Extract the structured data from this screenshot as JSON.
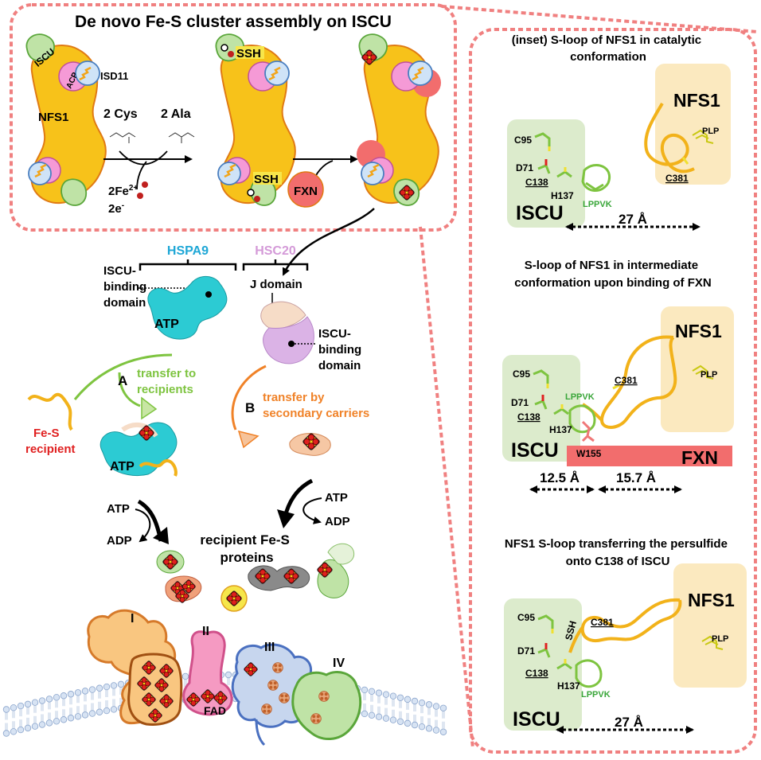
{
  "top_panel": {
    "title": "De novo Fe-S cluster assembly on ISCU",
    "iscu": "ISCU",
    "acp": "ACP",
    "isd11": "ISD11",
    "nfs1": "NFS1",
    "substrate": "2 Cys",
    "product": "2 Ala",
    "iron_base": "2Fe",
    "iron_sup": "2+",
    "electron_base": "2e",
    "electron_sup": "-",
    "ssh_top": "SSH",
    "ssh_bottom": "SSH",
    "fxn": "FXN"
  },
  "middle_panel": {
    "hspa9": "HSPA9",
    "hsc20": "HSC20",
    "iscu_binding_left": [
      "ISCU-",
      "binding",
      "domain"
    ],
    "j_domain": "J domain",
    "iscu_binding_right": [
      "ISCU-",
      "binding",
      "domain"
    ],
    "atp_top": "ATP",
    "label_a": "A",
    "transfer_a": [
      "transfer to",
      "recipients"
    ],
    "label_b": "B",
    "transfer_b": [
      "transfer by",
      "secondary carriers"
    ],
    "fes_recipient": [
      "Fe-S",
      "recipient"
    ],
    "atp_bottom": "ATP",
    "atp_left": "ATP",
    "adp_left": "ADP",
    "atp_right": "ATP",
    "adp_right": "ADP",
    "recipients_title": [
      "recipient Fe-S",
      "proteins"
    ]
  },
  "complexes": {
    "c1": "I",
    "c2": "II",
    "c3": "III",
    "c4": "IV",
    "fad": "FAD"
  },
  "inset": {
    "panel1": {
      "title": [
        "(inset) S-loop of NFS1 in catalytic",
        "conformation"
      ],
      "nfs1": "NFS1",
      "plp": "PLP",
      "c95": "C95",
      "d71": "D71",
      "c138": "C138",
      "h137": "H137",
      "lppvk": "LPPVK",
      "iscu": "ISCU",
      "c381": "C381",
      "distance": "27 Å"
    },
    "panel2": {
      "title": [
        "S-loop of NFS1 in intermediate",
        "conformation upon binding of FXN"
      ],
      "nfs1": "NFS1",
      "plp": "PLP",
      "c381": "C381",
      "c95": "C95",
      "lppvk": "LPPVK",
      "d71": "D71",
      "c138": "C138",
      "h137": "H137",
      "iscu": "ISCU",
      "w155": "W155",
      "fxn": "FXN",
      "dist1": "12.5 Å",
      "dist2": "15.7 Å"
    },
    "panel3": {
      "title": [
        "NFS1 S-loop transferring the persulfide",
        "onto C138 of ISCU"
      ],
      "nfs1": "NFS1",
      "plp": "PLP",
      "c95": "C95",
      "ssh": "SSH",
      "c381": "C381",
      "d71": "D71",
      "c138": "C138",
      "h137": "H137",
      "lppvk": "LPPVK",
      "iscu": "ISCU",
      "distance": "27 Å"
    }
  },
  "colors": {
    "frame_dash": "#f08080",
    "nfs1_yellow": "#f7c21a",
    "nfs1_stroke": "#e07a14",
    "iscu_green": "#bfe3a6",
    "iscu_stroke": "#5aa63a",
    "acp_pink": "#f59ad6",
    "isd11_blue": "#cfe3f7",
    "fxn_red": "#f26d6d",
    "hspa9_cyan": "#2ccbd3",
    "hsc20_violet": "#c99ad6",
    "hspa9_text": "#1fa7d6",
    "hsc20_text": "#d49ad8",
    "transfer_a_green": "#7ec440",
    "transfer_b_orange": "#f08228",
    "recipient_red": "#e02020",
    "inset_green_bg": "#dcebcc",
    "inset_yellow_bg": "#fbe9bf"
  },
  "icons": [
    "fe-s-cluster-icon",
    "membrane-icon",
    "arrow-icon",
    "double-arrow-icon"
  ]
}
